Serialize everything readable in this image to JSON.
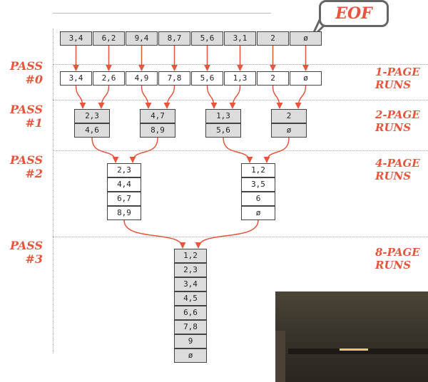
{
  "eof_label": "EOF",
  "passes": [
    {
      "line1": "PASS",
      "line2": "#0",
      "runs1": "1-PAGE",
      "runs2": "RUNS"
    },
    {
      "line1": "PASS",
      "line2": "#1",
      "runs1": "2-PAGE",
      "runs2": "RUNS"
    },
    {
      "line1": "PASS",
      "line2": "#2",
      "runs1": "4-PAGE",
      "runs2": "RUNS"
    },
    {
      "line1": "PASS",
      "line2": "#3",
      "runs1": "8-PAGE",
      "runs2": "RUNS"
    }
  ],
  "input": [
    "3,4",
    "6,2",
    "9,4",
    "8,7",
    "5,6",
    "3,1",
    "2",
    "ø"
  ],
  "pass0": [
    "3,4",
    "2,6",
    "4,9",
    "7,8",
    "5,6",
    "1,3",
    "2",
    "ø"
  ],
  "pass1": [
    [
      "2,3",
      "4,6"
    ],
    [
      "4,7",
      "8,9"
    ],
    [
      "1,3",
      "5,6"
    ],
    [
      "2",
      "ø"
    ]
  ],
  "pass2": [
    [
      "2,3",
      "4,4",
      "6,7",
      "8,9"
    ],
    [
      "1,2",
      "3,5",
      "6",
      "ø"
    ]
  ],
  "pass3": [
    [
      "1,2",
      "2,3",
      "3,4",
      "4,5",
      "6,6",
      "7,8",
      "9",
      "ø"
    ]
  ],
  "colors": {
    "accent": "#e8553d",
    "cell_gray": "#dcdcdc",
    "border": "#444444"
  }
}
